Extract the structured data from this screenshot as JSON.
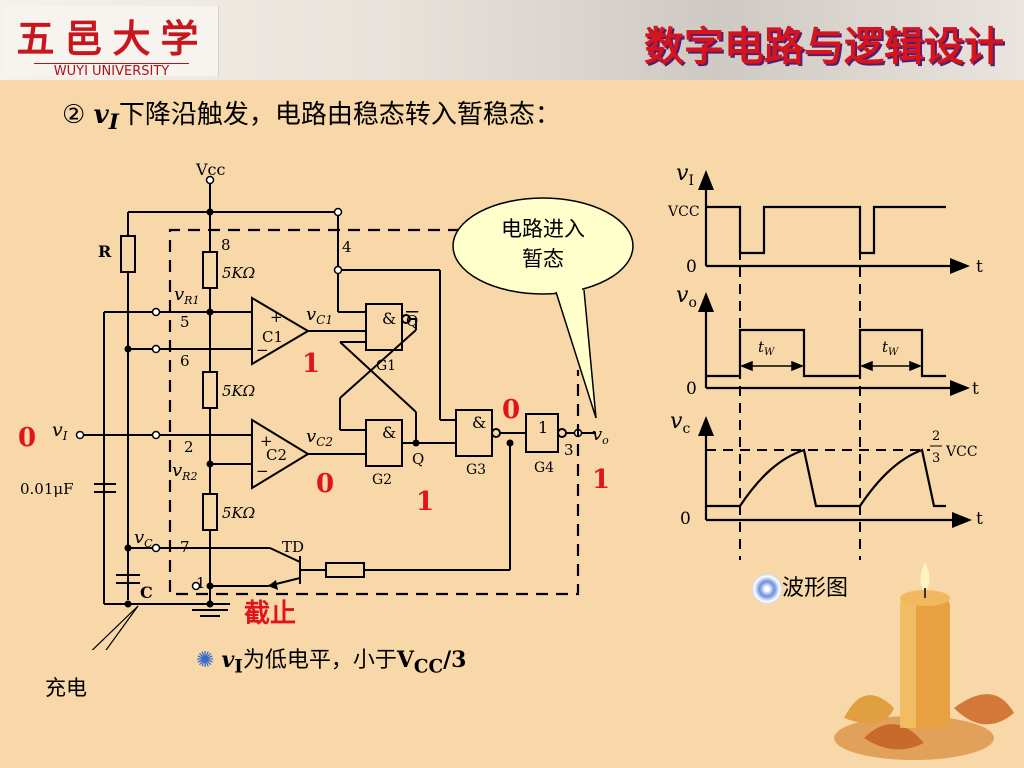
{
  "header": {
    "logo_cn": "五邑大学",
    "logo_en": "WUYI UNIVERSITY",
    "course_title": "数字电路与逻辑设计"
  },
  "subtitle": {
    "marker": "②",
    "var_main": "v",
    "var_sub": "I",
    "text": "下降沿触发，电路由稳态转入暂稳态："
  },
  "circuit": {
    "vcc": "Vcc",
    "r": "R",
    "pin8": "8",
    "pin4": "4",
    "pin5": "5",
    "pin6": "6",
    "pin2": "2",
    "pin7": "7",
    "pin1": "1",
    "pin3": "3",
    "res1": "5KΩ",
    "res2": "5KΩ",
    "res3": "5KΩ",
    "vr1_main": "v",
    "vr1_sub": "R1",
    "vr2_main": "v",
    "vr2_sub": "R2",
    "vc1_main": "v",
    "vc1_sub": "C1",
    "vc2_main": "v",
    "vc2_sub": "C2",
    "vi_main": "v",
    "vi_sub": "I",
    "vc_main": "v",
    "vc_sub": "C",
    "vo_main": "v",
    "vo_sub": "o",
    "c1": "C1",
    "c2": "C2",
    "g1": "G1",
    "g2": "G2",
    "g3": "G3",
    "g4": "G4",
    "amp": "&",
    "one": "1",
    "q_bar": "Q",
    "q": "Q",
    "td": "TD",
    "cap_label": "C",
    "cap_value": "0.01μF",
    "plus": "+",
    "minus": "−",
    "state_vi": "0",
    "state_vc1": "1",
    "state_vc2": "0",
    "state_q": "1",
    "state_g3": "0",
    "state_vo": "1",
    "cutoff": "截止"
  },
  "bubble": {
    "line1": "电路进入",
    "line2": "暂态"
  },
  "charge": "充电",
  "note": {
    "var_main": "v",
    "var_sub": "I",
    "text1": "为低电平，小于",
    "vcc_main": "V",
    "vcc_sub": "CC",
    "text2": "/3"
  },
  "waveform": {
    "vi_main": "v",
    "vi_sub": "I",
    "vo_main": "v",
    "vo_sub": "o",
    "vc_main": "v",
    "vc_sub": "c",
    "vcc": "VCC",
    "zero": "0",
    "t": "t",
    "tw_main": "t",
    "tw_sub": "W",
    "frac_num": "2",
    "frac_den": "3",
    "frac_vcc": "VCC"
  },
  "caption": "波形图",
  "colors": {
    "accent_red": "#e0141c",
    "background": "#f8d8a8",
    "title_shadow": "#5a1a6e"
  }
}
